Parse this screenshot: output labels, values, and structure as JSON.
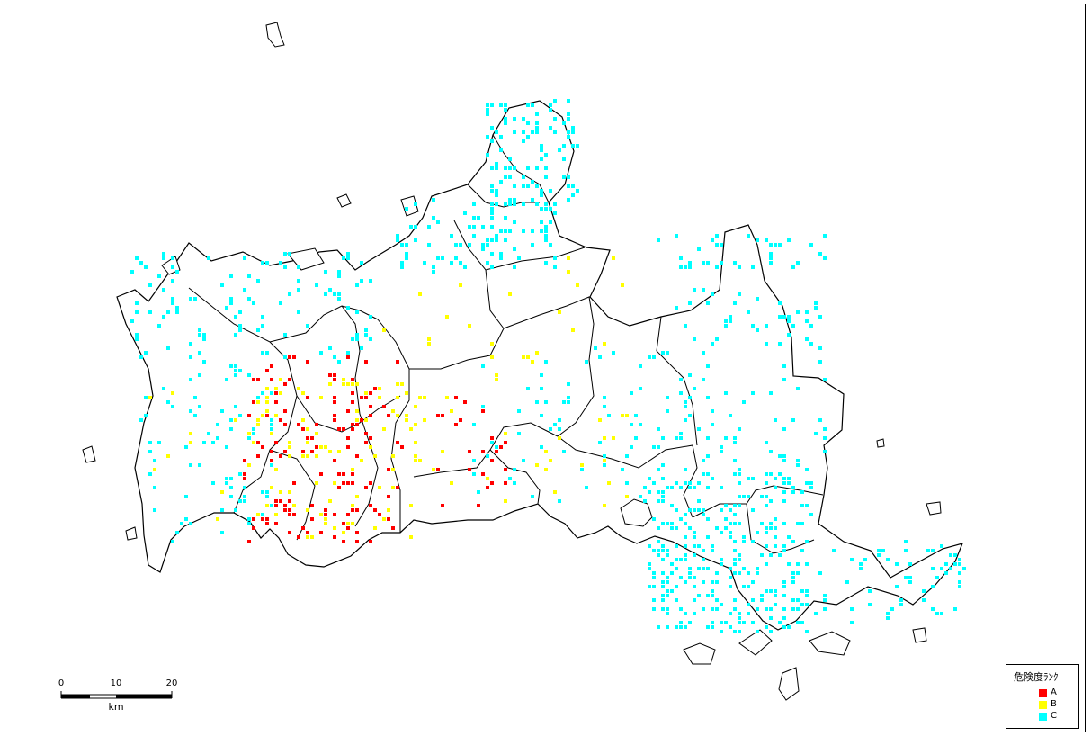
{
  "map": {
    "colors": {
      "A": "#ff0000",
      "B": "#ffff00",
      "C": "#00ffff"
    },
    "zones": [
      {
        "rank": "A",
        "x": [
          265,
          445
        ],
        "y": [
          395,
          600
        ],
        "count": 150
      },
      {
        "rank": "A",
        "x": [
          480,
          560
        ],
        "y": [
          440,
          560
        ],
        "count": 25
      },
      {
        "rank": "B",
        "x": [
          280,
          470
        ],
        "y": [
          420,
          600
        ],
        "count": 90
      },
      {
        "rank": "B",
        "x": [
          420,
          700
        ],
        "y": [
          280,
          560
        ],
        "count": 55
      },
      {
        "rank": "B",
        "x": [
          150,
          320
        ],
        "y": [
          420,
          580
        ],
        "count": 20
      },
      {
        "rank": "C",
        "x": [
          540,
          640
        ],
        "y": [
          110,
          240
        ],
        "count": 110
      },
      {
        "rank": "C",
        "x": [
          440,
          620
        ],
        "y": [
          220,
          300
        ],
        "count": 90
      },
      {
        "rank": "C",
        "x": [
          140,
          420
        ],
        "y": [
          280,
          400
        ],
        "count": 110
      },
      {
        "rank": "C",
        "x": [
          150,
          300
        ],
        "y": [
          400,
          600
        ],
        "count": 80
      },
      {
        "rank": "C",
        "x": [
          730,
          920
        ],
        "y": [
          260,
          520
        ],
        "count": 140
      },
      {
        "rank": "C",
        "x": [
          720,
          900
        ],
        "y": [
          520,
          700
        ],
        "count": 330
      },
      {
        "rank": "C",
        "x": [
          900,
          1070
        ],
        "y": [
          600,
          690
        ],
        "count": 60
      },
      {
        "rank": "C",
        "x": [
          520,
          740
        ],
        "y": [
          380,
          560
        ],
        "count": 70
      }
    ]
  },
  "scalebar": {
    "ticks": [
      "0",
      "10",
      "20"
    ],
    "unit": "km"
  },
  "legend": {
    "title": "危険度ﾗﾝｸ",
    "items": [
      {
        "label": "A",
        "color": "#ff0000"
      },
      {
        "label": "B",
        "color": "#ffff00"
      },
      {
        "label": "C",
        "color": "#00ffff"
      }
    ]
  }
}
